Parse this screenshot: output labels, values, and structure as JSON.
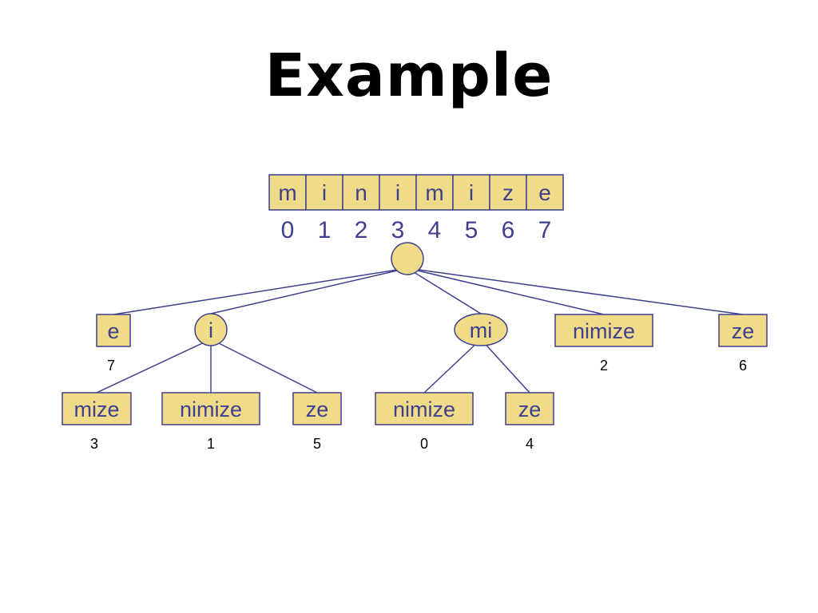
{
  "title": "Example",
  "colors": {
    "node_fill": "#f0dc88",
    "node_stroke": "#3f3f8f",
    "edge": "#3f3f8f",
    "text": "#3f3f8f"
  },
  "string": {
    "chars": [
      "m",
      "i",
      "n",
      "i",
      "m",
      "i",
      "z",
      "e"
    ],
    "indices": [
      "0",
      "1",
      "2",
      "3",
      "4",
      "5",
      "6",
      "7"
    ]
  },
  "tree": {
    "root": {
      "label": ""
    },
    "internal": [
      {
        "id": "i",
        "label": "i"
      },
      {
        "id": "mi",
        "label": "mi"
      }
    ],
    "leaves": [
      {
        "id": "leaf-e",
        "label": "e",
        "suffix_index": "7",
        "parent": "root"
      },
      {
        "id": "leaf-nimize-top",
        "label": "nimize",
        "suffix_index": "2",
        "parent": "root"
      },
      {
        "id": "leaf-ze-top",
        "label": "ze",
        "suffix_index": "6",
        "parent": "root"
      },
      {
        "id": "leaf-mize",
        "label": "mize",
        "suffix_index": "3",
        "parent": "i"
      },
      {
        "id": "leaf-i-nimize",
        "label": "nimize",
        "suffix_index": "1",
        "parent": "i"
      },
      {
        "id": "leaf-i-ze",
        "label": "ze",
        "suffix_index": "5",
        "parent": "i"
      },
      {
        "id": "leaf-mi-nimize",
        "label": "nimize",
        "suffix_index": "0",
        "parent": "mi"
      },
      {
        "id": "leaf-mi-ze",
        "label": "ze",
        "suffix_index": "4",
        "parent": "mi"
      }
    ]
  }
}
